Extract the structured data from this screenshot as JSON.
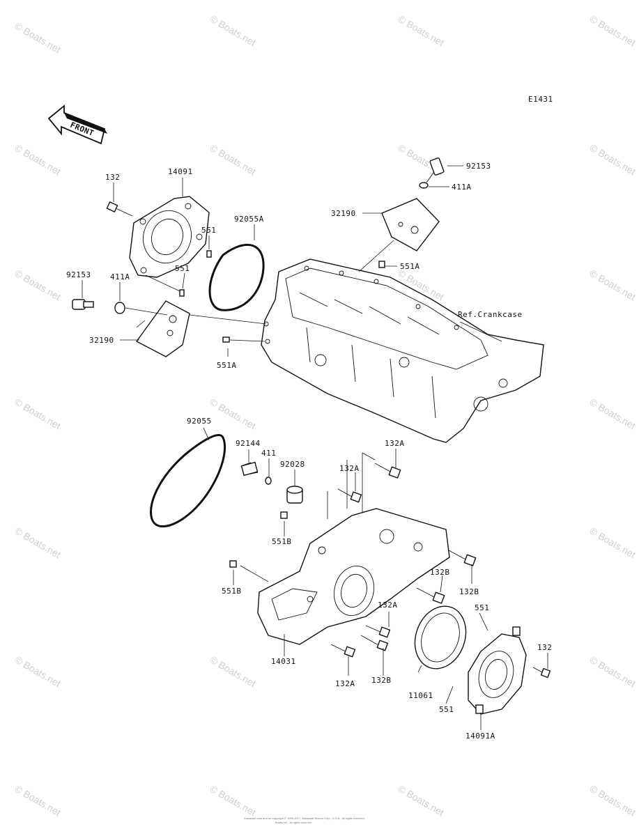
{
  "diagram_code": "E1431",
  "front_arrow_label": "FRONT",
  "ref_label": "Ref.Crankcase",
  "watermark": "© Boats.net",
  "copyright_line1": "Kawasaki data and art copyright © 1995-2017, Kawasaki Motors Corp., U.S.A., All rights reserved.",
  "copyright_line2": "Boats.net - all rights reserved",
  "labels": {
    "p132_top": "132",
    "p14091": "14091",
    "p551_a": "551",
    "p551_b": "551",
    "p92055A": "92055A",
    "p92153_left": "92153",
    "p411A_left": "411A",
    "p32190_left": "32190",
    "p551A_left": "551A",
    "p92153_right": "92153",
    "p411A_right": "411A",
    "p32190_right": "32190",
    "p551A_right": "551A",
    "p92055": "92055",
    "p92144": "92144",
    "p411": "411",
    "p92028": "92028",
    "p132A_1": "132A",
    "p132A_2": "132A",
    "p551B_1": "551B",
    "p551B_2": "551B",
    "p132B_1": "132B",
    "p132B_2": "132B",
    "p132A_3": "132A",
    "p551_c": "551",
    "p132_right": "132",
    "p14031": "14031",
    "p132A_4": "132A",
    "p132B_3": "132B",
    "p11061": "11061",
    "p551_d": "551",
    "p14091A": "14091A"
  }
}
